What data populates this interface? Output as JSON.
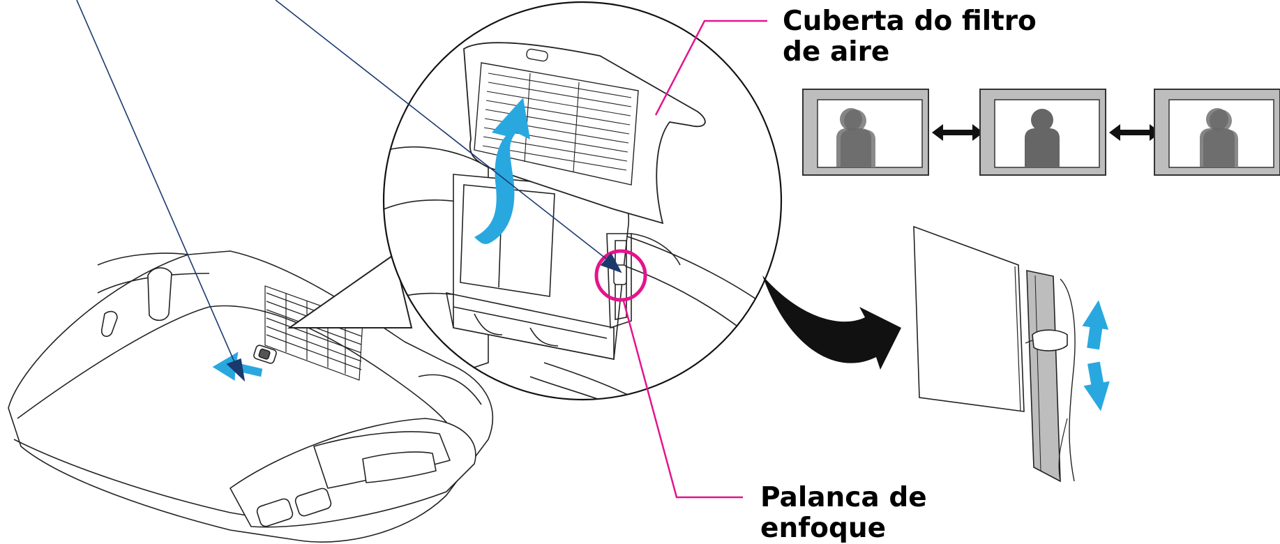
{
  "callouts": {
    "filter_cover": {
      "line1": "Cuberta do filtro",
      "line2": "de aire"
    },
    "focus_lever": {
      "line1": "Palanca de",
      "line2": "enfoque"
    }
  },
  "focus_preview": {
    "frames": [
      "blurred",
      "focused",
      "blurred"
    ],
    "arrows": [
      "double-arrow",
      "double-arrow"
    ]
  },
  "colors": {
    "callout_line": "#e4148c",
    "motion_arrow": "#29a8e0",
    "leader_line": "#1a3a6e",
    "frame_outer": "#bdbdbd",
    "subject": "#666666"
  },
  "icons": [
    "projector",
    "zoom-bubble",
    "filter-cover",
    "focus-lever-highlight",
    "curved-arrow",
    "focus-slider",
    "up-arrow",
    "down-arrow"
  ]
}
